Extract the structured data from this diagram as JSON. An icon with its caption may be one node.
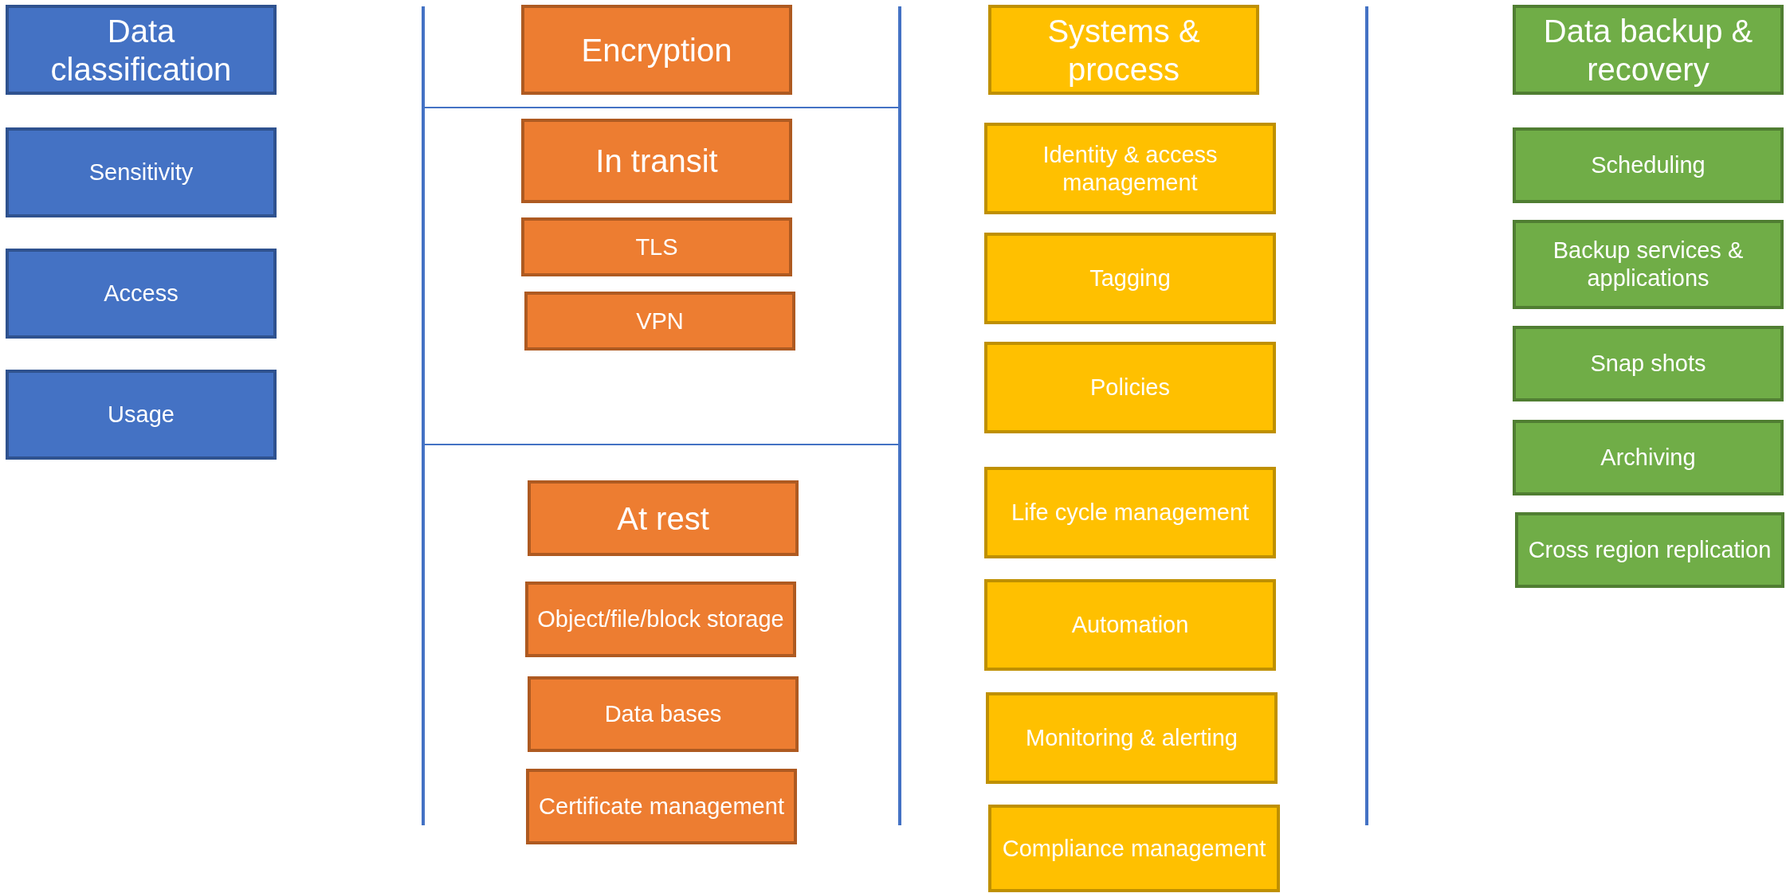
{
  "diagram": {
    "nodes": [
      {
        "text": [
          "Data classification"
        ]
      },
      {
        "text": [
          "Sensitivity"
        ]
      },
      {
        "text": [
          "Access"
        ]
      },
      {
        "text": [
          "Usage"
        ]
      },
      {
        "text": [
          "Encryption"
        ]
      },
      {
        "text": [
          "In transit"
        ]
      },
      {
        "text": [
          "TLS"
        ]
      },
      {
        "text": [
          "VPN"
        ]
      },
      {
        "text": [
          "At rest"
        ]
      },
      {
        "text": [
          "Object/file/block storage"
        ]
      },
      {
        "text": [
          "Data bases"
        ]
      },
      {
        "text": [
          "Certificate management"
        ]
      },
      {
        "text": [
          "Systems & process"
        ]
      },
      {
        "text": [
          "Identity & access management"
        ]
      },
      {
        "text": [
          "Tagging"
        ]
      },
      {
        "text": [
          "Policies"
        ]
      },
      {
        "text": [
          "Life cycle management"
        ]
      },
      {
        "text": [
          "Automation"
        ]
      },
      {
        "text": [
          "Monitoring & alerting"
        ]
      },
      {
        "text": [
          "Compliance management"
        ]
      },
      {
        "text": [
          "Data backup & recovery"
        ]
      },
      {
        "text": [
          "Scheduling"
        ]
      },
      {
        "text": [
          "Backup services & applications"
        ]
      },
      {
        "text": [
          "Snap shots"
        ]
      },
      {
        "text": [
          "Archiving"
        ]
      },
      {
        "text": [
          "Cross region replication"
        ]
      }
    ]
  }
}
